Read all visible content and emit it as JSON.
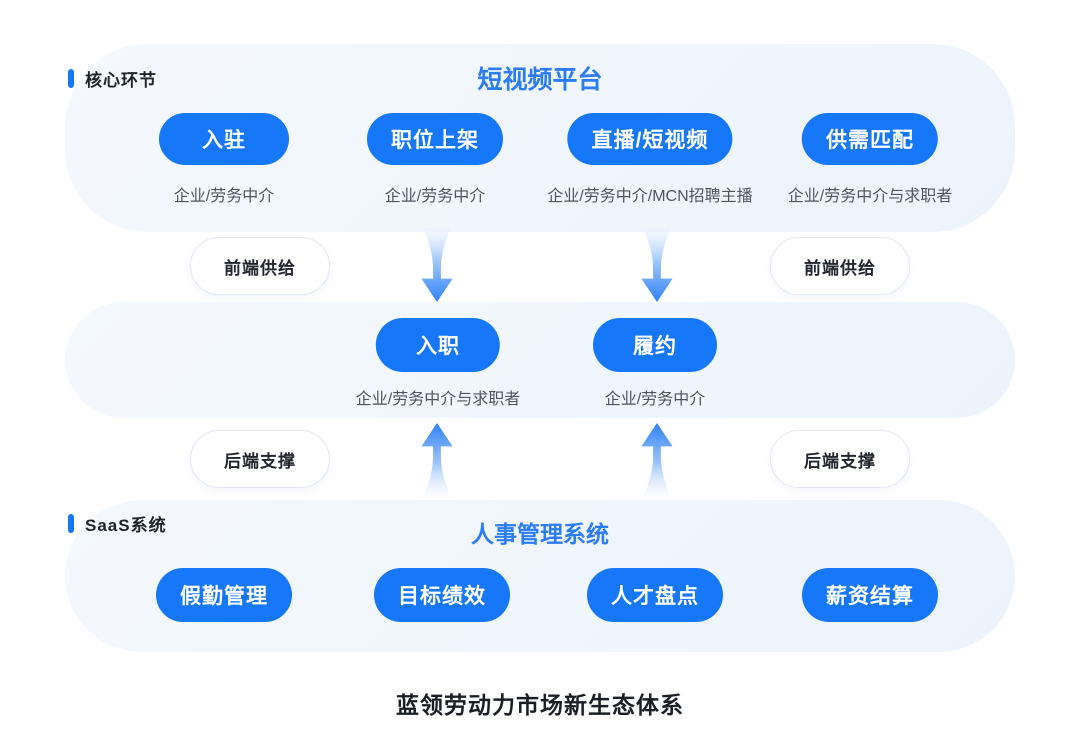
{
  "colors": {
    "primary_blue": "#1677F8",
    "title_blue": "#2B7CF8",
    "band_background": "#EEF4FC",
    "white_pill_border": "#E3E7F3",
    "sub_label_gray": "#4F555E",
    "text_dark": "#1E232B"
  },
  "top_band": {
    "tag": "核心环节",
    "title": "短视频平台",
    "items": [
      {
        "label": "入驻",
        "sub": "企业/劳务中介"
      },
      {
        "label": "职位上架",
        "sub": "企业/劳务中介"
      },
      {
        "label": "直播/短视频",
        "sub": "企业/劳务中介/MCN招聘主播"
      },
      {
        "label": "供需匹配",
        "sub": "企业/劳务中介与求职者"
      }
    ]
  },
  "front_supply": {
    "left": "前端供给",
    "right": "前端供给"
  },
  "middle_band": {
    "items": [
      {
        "label": "入职",
        "sub": "企业/劳务中介与求职者"
      },
      {
        "label": "履约",
        "sub": "企业/劳务中介"
      }
    ]
  },
  "back_support": {
    "left": "后端支撑",
    "right": "后端支撑"
  },
  "bottom_band": {
    "tag": "SaaS系统",
    "title": "人事管理系统",
    "items": [
      {
        "label": "假勤管理"
      },
      {
        "label": "目标绩效"
      },
      {
        "label": "人才盘点"
      },
      {
        "label": "薪资结算"
      }
    ]
  },
  "caption": "蓝领劳动力市场新生态体系"
}
